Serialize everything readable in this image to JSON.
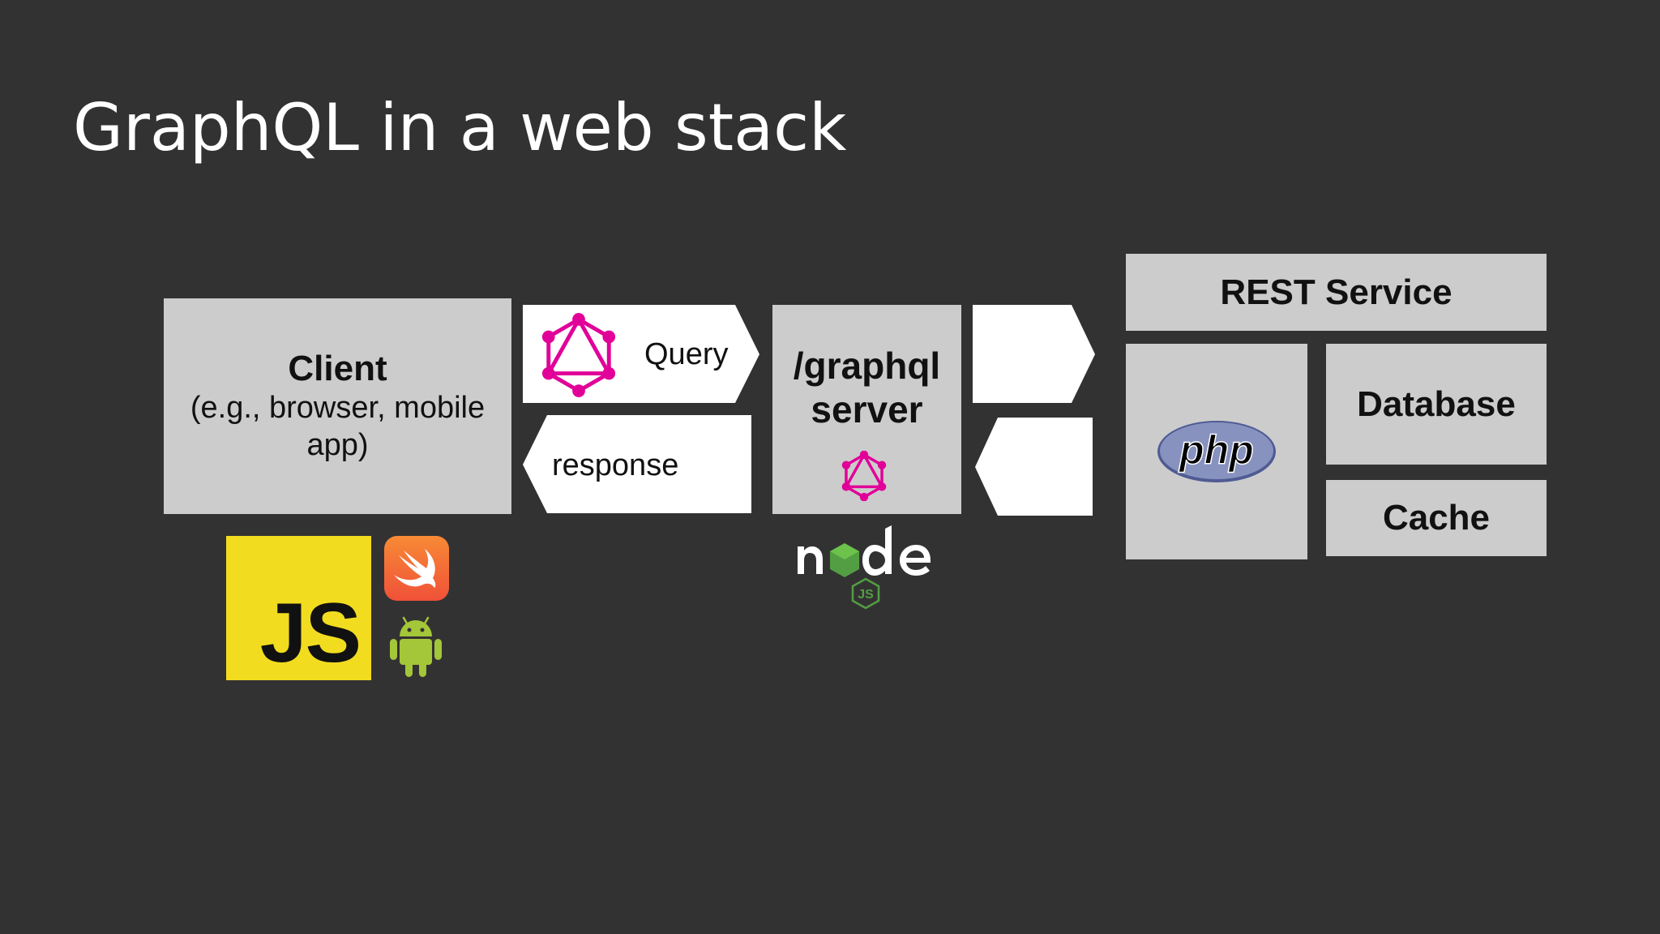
{
  "slide": {
    "title": "GraphQL in a web stack"
  },
  "client": {
    "title": "Client",
    "subtitle": "(e.g., browser, mobile app)"
  },
  "arrows": {
    "query_label": "Query",
    "response_label": "response"
  },
  "server": {
    "title_line1": "/graphql",
    "title_line2": "server"
  },
  "backends": {
    "rest": "REST Service",
    "php_logo": "php",
    "database": "Database",
    "cache": "Cache"
  },
  "logos": {
    "js": "JS",
    "node_word": "node",
    "node_badge": "JS"
  },
  "colors": {
    "background": "#333233",
    "box_gray": "#cccccc",
    "graphql_pink": "#e10098",
    "js_yellow": "#f2dc1f",
    "swift_orange": "#f05138",
    "android_green": "#a4c639",
    "php_purple": "#8892bf",
    "node_green": "#539e43"
  },
  "icons": [
    "graphql-icon",
    "javascript-logo",
    "swift-icon",
    "android-icon",
    "nodejs-logo",
    "php-logo"
  ]
}
